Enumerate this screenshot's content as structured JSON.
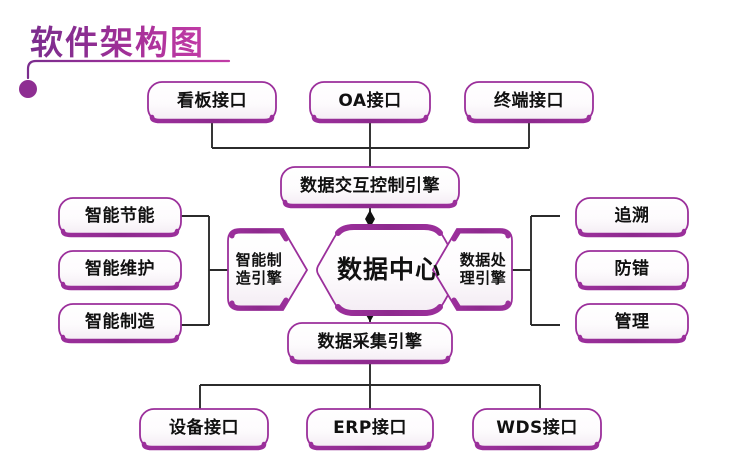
{
  "title": {
    "text": "软件架构图",
    "accent_color": "#8E2E92",
    "gradient_end_color": "#C23CA6"
  },
  "theme": {
    "box_border_color": "#9B2F9B",
    "box_bottom_bar_color": "#8E2A8E",
    "connector_color": "#2b2b2b",
    "box_fill_start": "#ffffff",
    "box_fill_end": "#f6f0f6",
    "marker_color": "#1a1a1a"
  },
  "nodes": {
    "top_interfaces": [
      {
        "id": "kanban-interface",
        "label": "看板接口"
      },
      {
        "id": "oa-interface",
        "label": "OA接口"
      },
      {
        "id": "terminal-interface",
        "label": "终端接口"
      }
    ],
    "interaction_engine": {
      "id": "data-interaction-control-engine",
      "label": "数据交互控制引擎"
    },
    "left_modules": [
      {
        "id": "smart-energy-saving",
        "label": "智能节能"
      },
      {
        "id": "smart-maintenance",
        "label": "智能维护"
      },
      {
        "id": "smart-manufacturing",
        "label": "智能制造"
      }
    ],
    "right_modules": [
      {
        "id": "traceability",
        "label": "追溯"
      },
      {
        "id": "error-proofing",
        "label": "防错"
      },
      {
        "id": "management",
        "label": "管理"
      }
    ],
    "smart_manufacturing_engine": {
      "id": "smart-manufacturing-engine",
      "label": "智能制\n造引擎"
    },
    "data_center": {
      "id": "data-center",
      "label": "数据中心"
    },
    "data_processing_engine": {
      "id": "data-processing-engine",
      "label": "数据处\n理引擎"
    },
    "collection_engine": {
      "id": "data-collection-engine",
      "label": "数据采集引擎"
    },
    "bottom_interfaces": [
      {
        "id": "device-interface",
        "label": "设备接口"
      },
      {
        "id": "erp-interface",
        "label": "ERP接口"
      },
      {
        "id": "wds-interface",
        "label": "WDS接口"
      }
    ]
  }
}
